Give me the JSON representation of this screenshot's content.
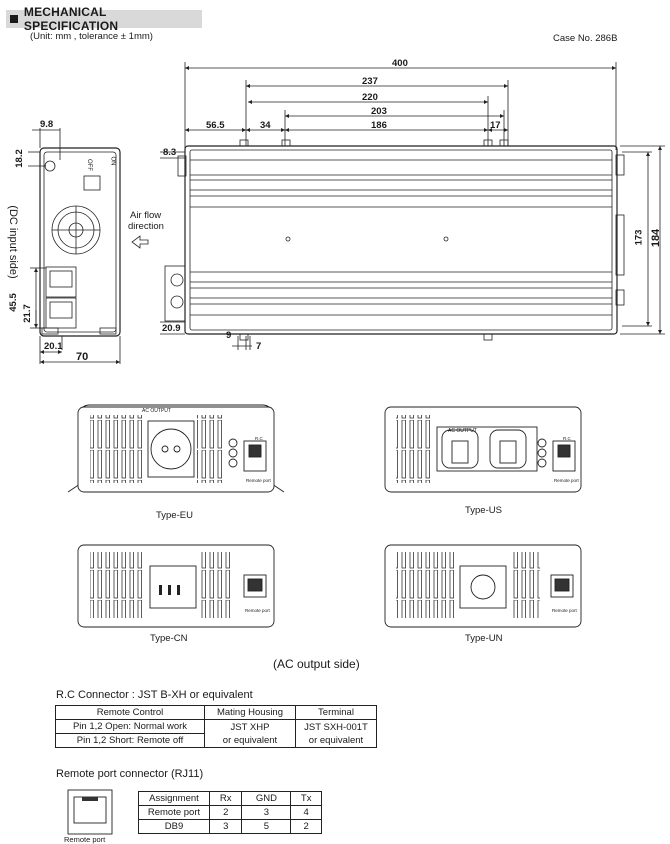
{
  "header": {
    "title": "MECHANICAL SPECIFICATION",
    "unit": "(Unit: mm , tolerance ± 1mm)",
    "case": "Case No. 286B"
  },
  "dims": {
    "d400": "400",
    "d237": "237",
    "d220": "220",
    "d203": "203",
    "d186": "186",
    "d56_5": "56.5",
    "d34": "34",
    "d17": "17",
    "d8_3": "8.3",
    "d173": "173",
    "d184": "184",
    "d20_9": "20.9",
    "d9": "9",
    "d7": "7",
    "d9_8": "9.8",
    "d18_2": "18.2",
    "d45_5": "45.5",
    "d21_7": "21.7",
    "d20_1": "20.1",
    "d70": "70"
  },
  "side": {
    "dc_label": "(DC input side)",
    "airflow": "Air flow",
    "direction": "direction",
    "on": "ON",
    "off": "OFF"
  },
  "types": {
    "eu": "Type-EU",
    "us": "Type-US",
    "cn": "Type-CN",
    "un": "Type-UN",
    "ac_side": "(AC output side)",
    "ac_output": "AC OUTPUT",
    "remote_port": "Remote port",
    "rc": "R.C"
  },
  "rc": {
    "title": "R.C Connector : JST B-XH or equivalent",
    "headers": [
      "Remote Control",
      "Mating Housing",
      "Terminal"
    ],
    "row1": "Pin 1,2  Open: Normal work",
    "row2": "Pin 1,2  Short: Remote off",
    "housing1": "JST XHP",
    "housing2": "or equivalent",
    "terminal1": "JST SXH-001T",
    "terminal2": "or equivalent"
  },
  "rj": {
    "title": "Remote port connector (RJ11)",
    "icon_label": "Remote port",
    "headers": [
      "Assignment",
      "Rx",
      "GND",
      "Tx"
    ],
    "rows": [
      [
        "Remote port",
        "2",
        "3",
        "4"
      ],
      [
        "DB9",
        "3",
        "5",
        "2"
      ]
    ]
  }
}
